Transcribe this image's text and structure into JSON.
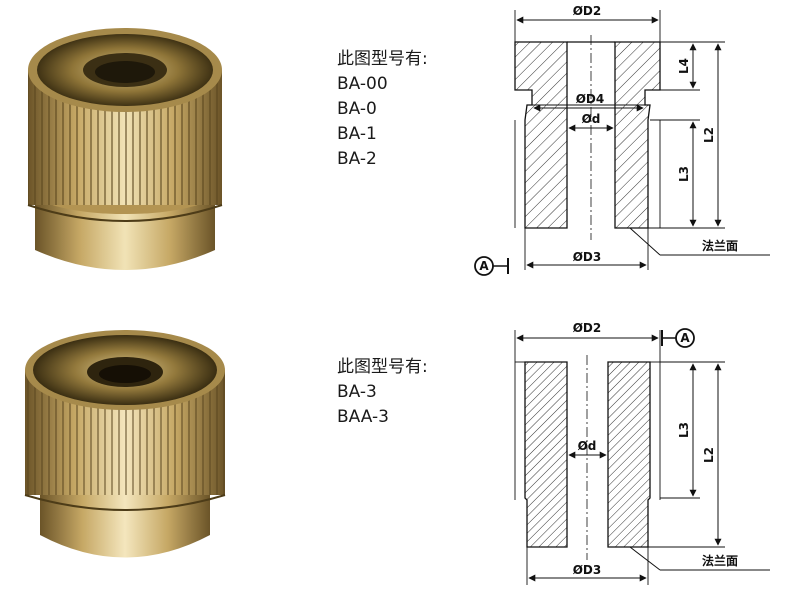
{
  "top_part": {
    "models_heading": "此图型号有:",
    "models": [
      "BA-00",
      "BA-0",
      "BA-1",
      "BA-2"
    ],
    "dimensions": {
      "d2": "ØD2",
      "d4": "ØD4",
      "d": "Ød",
      "d3": "ØD3",
      "l4": "L4",
      "l2": "L2",
      "l3": "L3"
    },
    "flange_label": "法兰面",
    "datum_label": "A"
  },
  "bottom_part": {
    "models_heading": "此图型号有:",
    "models": [
      "BA-3",
      "BAA-3"
    ],
    "dimensions": {
      "d2": "ØD2",
      "d": "Ød",
      "d3": "ØD3",
      "l3": "L3",
      "l2": "L2"
    },
    "flange_label": "法兰面",
    "datum_label": "A"
  },
  "colors": {
    "brass_light": "#e8d7a4",
    "brass_mid": "#c6a865",
    "brass_dark": "#6b5428",
    "line": "#111111"
  }
}
